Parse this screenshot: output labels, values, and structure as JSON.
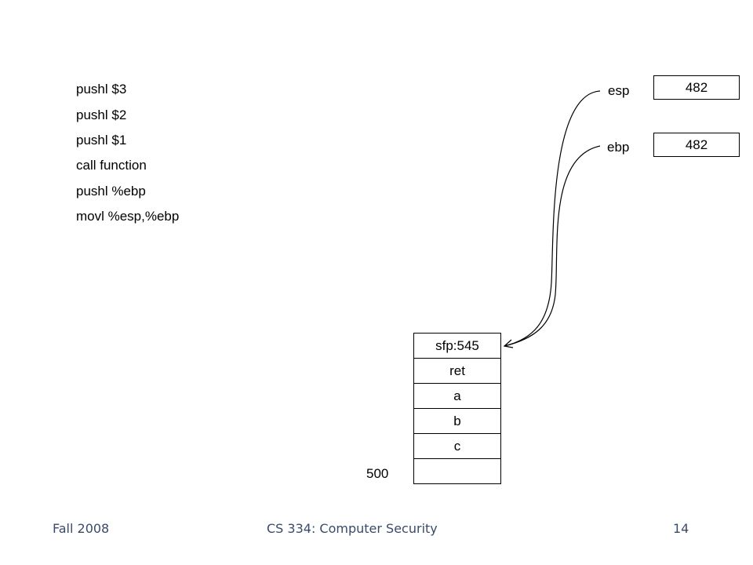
{
  "code": {
    "lines": [
      "pushl $3",
      "pushl $2",
      "pushl $1",
      "call function",
      "pushl %ebp",
      "movl %esp,%ebp"
    ]
  },
  "registers": {
    "esp": {
      "label": "esp",
      "value": "482"
    },
    "ebp": {
      "label": "ebp",
      "value": "482"
    }
  },
  "stack": {
    "cells": [
      "sfp:545",
      "ret",
      "a",
      "b",
      "c",
      ""
    ],
    "base_address": "500"
  },
  "footer": {
    "left": "Fall 2008",
    "center": "CS 334: Computer Security",
    "right": "14"
  },
  "colors": {
    "footer_text": "#3a4a6a",
    "line": "#000000"
  }
}
